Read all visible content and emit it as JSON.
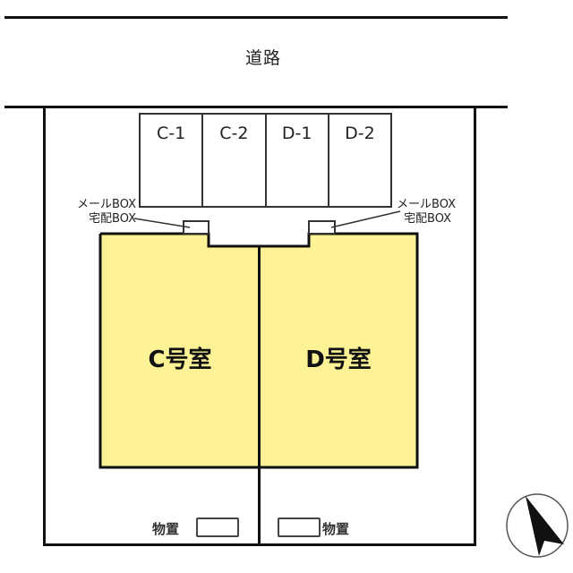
{
  "road": {
    "label": "道路"
  },
  "parking": {
    "slots": [
      {
        "label": "C-1"
      },
      {
        "label": "C-2"
      },
      {
        "label": "D-1"
      },
      {
        "label": "D-2"
      }
    ]
  },
  "mailbox_notes": {
    "left": {
      "line1": "メールBOX",
      "line2": "宅配BOX"
    },
    "right": {
      "line1": "メールBOX",
      "line2": "宅配BOX"
    }
  },
  "rooms": [
    {
      "label": "C号室",
      "color": "#FDF396"
    },
    {
      "label": "D号室",
      "color": "#FDF396"
    }
  ],
  "storage": {
    "left": {
      "label": "物置"
    },
    "right": {
      "label": "物置"
    }
  },
  "compass": {
    "icon": "north-arrow-icon",
    "direction": "north-northwest"
  }
}
